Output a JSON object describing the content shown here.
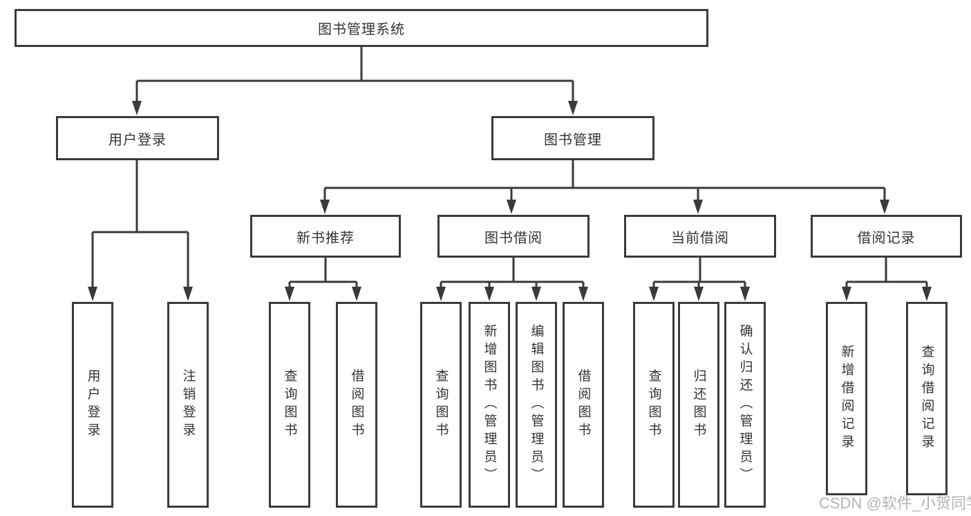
{
  "colors": {
    "line": "#3a3a3a",
    "text": "#333333",
    "background": "#ffffff",
    "watermark": "#b3b3b3"
  },
  "watermark": "CSDN @软件_小贺同学",
  "tree": {
    "root": "图书管理系统",
    "branches": [
      {
        "label": "用户登录",
        "children": [
          "用户登录",
          "注销登录"
        ]
      },
      {
        "label": "图书管理",
        "children": [
          {
            "label": "新书推荐",
            "children": [
              "查询图书",
              "借阅图书"
            ]
          },
          {
            "label": "图书借阅",
            "children": [
              "查询图书",
              "新增图书（管理员）",
              "编辑图书（管理员）",
              "借阅图书"
            ]
          },
          {
            "label": "当前借阅",
            "children": [
              "查询图书",
              "归还图书",
              "确认归还（管理员）"
            ]
          },
          {
            "label": "借阅记录",
            "children": [
              "新增借阅记录",
              "查询借阅记录"
            ]
          }
        ]
      }
    ]
  }
}
